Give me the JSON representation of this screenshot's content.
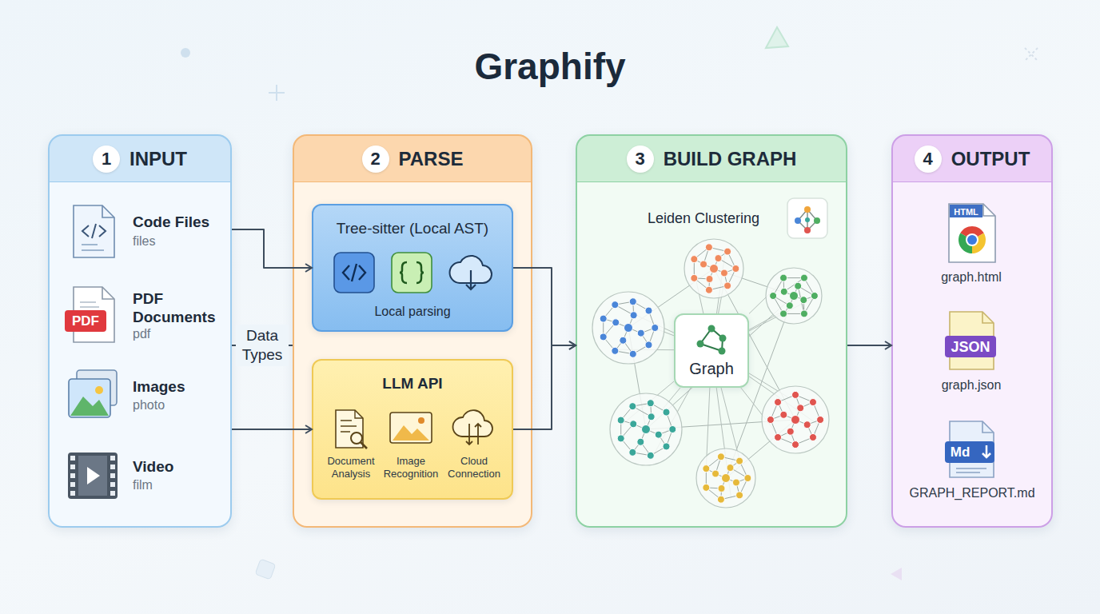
{
  "diagram": {
    "title": "Graphify",
    "nodes": [
      {
        "text": [
          "1",
          "INPUT"
        ]
      },
      {
        "text": [
          "2",
          "PARSE"
        ]
      },
      {
        "text": [
          "Tree-sitter (Local AST)",
          "Local parsing"
        ],
        "in": 1
      },
      {
        "text": [
          "LLM API"
        ],
        "in": 1
      },
      {
        "text": [
          "3",
          "BUILD GRAPH"
        ]
      },
      {
        "text": [
          "Graph"
        ],
        "in": 4
      },
      {
        "text": [
          "4",
          "OUTPUT"
        ]
      }
    ],
    "edges": [
      {
        "from": 0,
        "to": 1,
        "label": "Data Types",
        "arrow": "none"
      },
      {
        "from": 0,
        "to": 2,
        "arrow": "to"
      },
      {
        "from": 0,
        "to": 3,
        "arrow": "to"
      },
      {
        "from": 2,
        "to": 4,
        "arrow": "to"
      },
      {
        "from": 3,
        "to": 4,
        "arrow": "to"
      },
      {
        "from": 4,
        "to": 6,
        "arrow": "to"
      }
    ],
    "labels": [
      "Code Files",
      "files",
      "PDF",
      "PDF Documents",
      "pdf",
      "Images",
      "photo",
      "Video",
      "film",
      "Document Analysis",
      "Image Recognition",
      "Cloud Connection",
      "Leiden Clustering",
      "HTML",
      "graph.html",
      "JSON",
      "graph.json",
      "Md",
      "GRAPH_REPORT.md"
    ]
  }
}
